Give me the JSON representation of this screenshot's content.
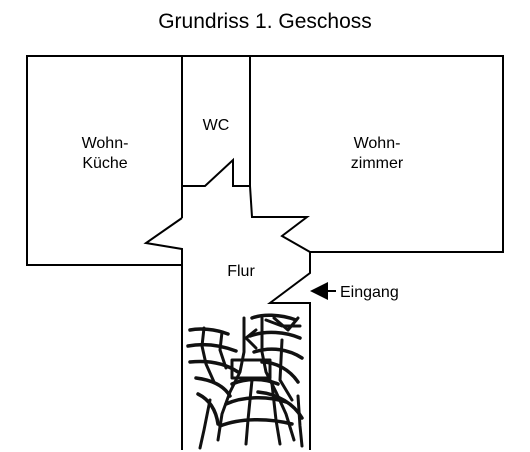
{
  "title": "Grundriss 1. Geschoss",
  "rooms": {
    "wohnkueche": {
      "line1": "Wohn-",
      "line2": "Küche"
    },
    "wc": {
      "label": "WC"
    },
    "wohnzimmer": {
      "line1": "Wohn-",
      "line2": "zimmer"
    },
    "flur": {
      "label": "Flur"
    }
  },
  "entrance": {
    "label": "Eingang"
  },
  "colors": {
    "line": "#000000",
    "background": "#ffffff"
  }
}
